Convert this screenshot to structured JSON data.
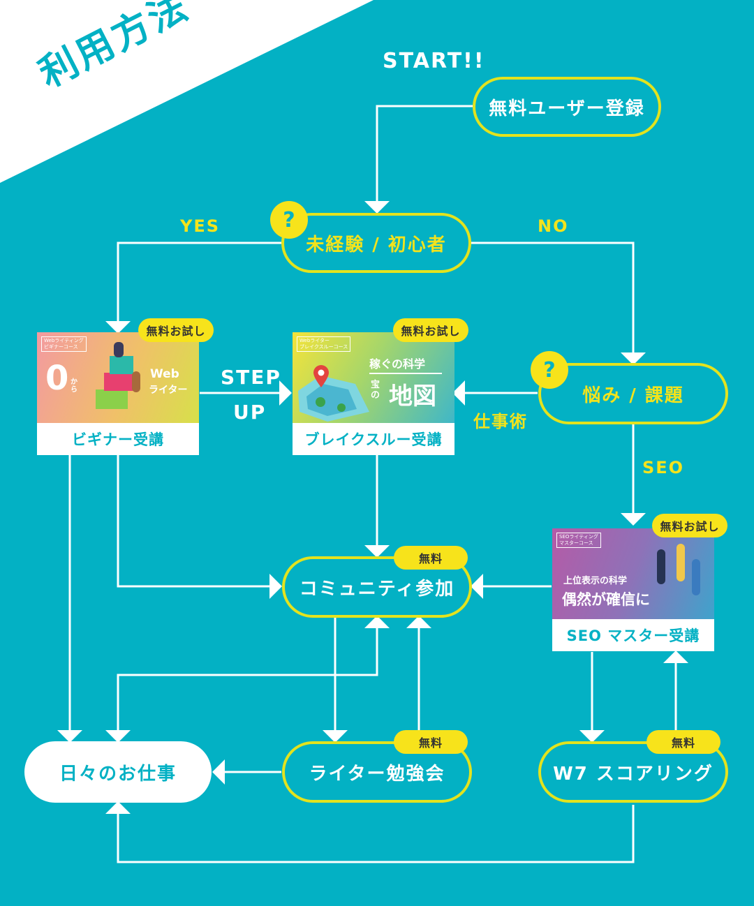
{
  "title": "利用方法",
  "start_label": "START!!",
  "nodes": {
    "register": "無料ユーザー登録",
    "beginner_q": "未経験 / 初心者",
    "worry_q": "悩み / 課題",
    "community": "コミュニティ参加",
    "study": "ライター勉強会",
    "scoring": "W7 スコアリング",
    "daily_work": "日々のお仕事"
  },
  "question_mark": "?",
  "edge_labels": {
    "yes": "YES",
    "no": "NO",
    "step": "STEP",
    "up": "UP",
    "shigotojutsu": "仕事術",
    "seo": "SEO"
  },
  "cards": {
    "beginner": {
      "caption": "ビギナー受講",
      "badge": "無料お試し",
      "tag_line1": "Webライティング",
      "tag_line2": "ビギナーコース",
      "zero": "0",
      "kara": "から",
      "web": "Web",
      "writer": "ライター"
    },
    "breakthrough": {
      "caption": "ブレイクスルー受講",
      "badge": "無料お試し",
      "tag_line1": "Webライター",
      "tag_line2": "ブレイクスルーコース",
      "headline": "稼ぐの科学",
      "sub_small": "宝の",
      "sub_big": "地図"
    },
    "seo_master": {
      "caption": "SEO マスター受講",
      "badge": "無料お試し",
      "tag_line1": "SEOライティング",
      "tag_line2": "マスターコース",
      "headline": "上位表示の科学",
      "sub": "偶然が確信に"
    }
  },
  "badges": {
    "community": "無料",
    "study": "無料",
    "scoring": "無料"
  },
  "colors": {
    "background": "#03b1c4",
    "accent_yellow": "#f7e31b",
    "white": "#ffffff"
  }
}
